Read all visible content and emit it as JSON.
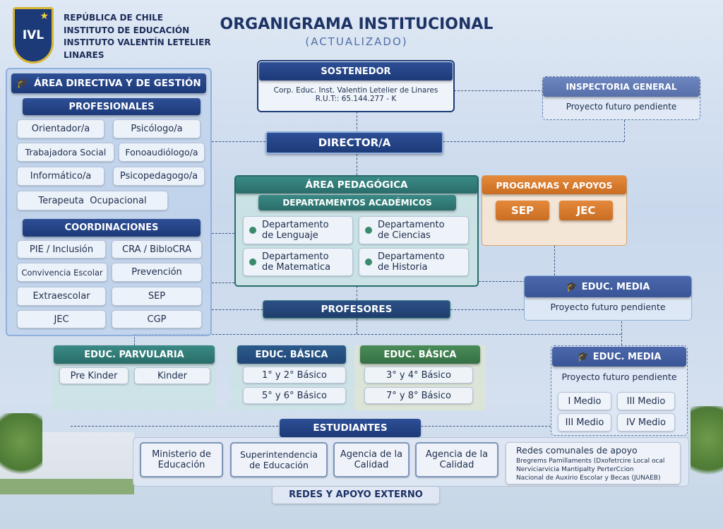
{
  "header": {
    "institution_lines": [
      "REPÚBLICA DE CHILE",
      "INSTITUTO DE EDUCACIÓN",
      "INSTITUTO VALENTÍN LETELIER",
      "LINARES"
    ],
    "logo_text": "IVL",
    "title": "ORGANIGRAMA INSTITUCIONAL",
    "subtitle": "(ACTUALIZADO)"
  },
  "sostenedor": {
    "title": "SOSTENEDOR",
    "line1": "Corp. Educ. Inst. Valentin Letelier de Linares",
    "line2": "R.U.T:: 65.144.277 - K"
  },
  "inspectoria": {
    "title": "INSPECTORIA GENERAL",
    "text": "Proyecto futuro pendiente"
  },
  "director": {
    "title": "DIRECTOR/A"
  },
  "area_directiva": {
    "title": "ÁREA DIRECTIVA Y DE GESTIÓN",
    "profesionales_title": "PROFESIONALES",
    "profesionales": [
      "Orientador/a",
      "Psicólogo/a",
      "Trabajadora Social",
      "Fonoaudiólogo/a",
      "Informático/a",
      "Psicopedagogo/a",
      "Terapeuta  Ocupacional"
    ],
    "coordinaciones_title": "COORDINACIONES",
    "coordinaciones": [
      "PIE / Inclusión",
      "CRA / BibloCRA",
      "Convivencia Escolar",
      "Prevención",
      "Extraescolar",
      "SEP",
      "JEC",
      "CGP"
    ]
  },
  "area_pedagogica": {
    "title": "ÁREA PEDAGÓGICA",
    "subtitle": "DEPARTAMENTOS ACADÉMICOS",
    "departments": [
      [
        "Departamento",
        "de Lenguaje"
      ],
      [
        "Departamento",
        "de Ciencias"
      ],
      [
        "Departamento",
        "de Matematica"
      ],
      [
        "Departamento",
        "de Historia"
      ]
    ]
  },
  "programas": {
    "title": "PROGRAMAS Y APOYOS",
    "items": [
      "SEP",
      "JEC"
    ]
  },
  "educ_media_1": {
    "title": "EDUC. MEDIA",
    "text": "Proyecto futuro pendiente"
  },
  "profesores": {
    "title": "PROFESORES"
  },
  "parvularia": {
    "title": "EDUC. PARVULARIA",
    "items": [
      "Pre Kinder",
      "Kinder"
    ]
  },
  "basica_1": {
    "title": "EDUC. BÁSICA",
    "items": [
      "1° y 2° Básico",
      "5° y 6° Básico"
    ]
  },
  "basica_2": {
    "title": "EDUC. BÁSICA",
    "items": [
      "3° y 4° Básico",
      "7° y 8° Básico"
    ]
  },
  "educ_media_2": {
    "title": "EDUC. MEDIA",
    "text": "Proyecto futuro pendiente",
    "items": [
      "I Medio",
      "III Medio",
      "III Medio",
      "IV Medio"
    ]
  },
  "estudiantes": {
    "title": "ESTUDIANTES"
  },
  "redes": {
    "title": "REDES Y APOYO EXTERNO",
    "items": [
      [
        "Ministerio de",
        "Educación"
      ],
      [
        "Superintendencia",
        "de Educación"
      ],
      [
        "Agencia de la",
        "Calidad"
      ],
      [
        "Agencia de la",
        "Calidad"
      ]
    ],
    "comunales_title": "Redes comunales de apoyo",
    "comunales_lines": [
      "Bregrems Pamillaments (Dxofetrcire Local ocal",
      "Nerviciarvicia Mantipalty PerterCcion",
      "Nacional de Auxirio Escolar y Becas (JUNAEB)"
    ]
  }
}
